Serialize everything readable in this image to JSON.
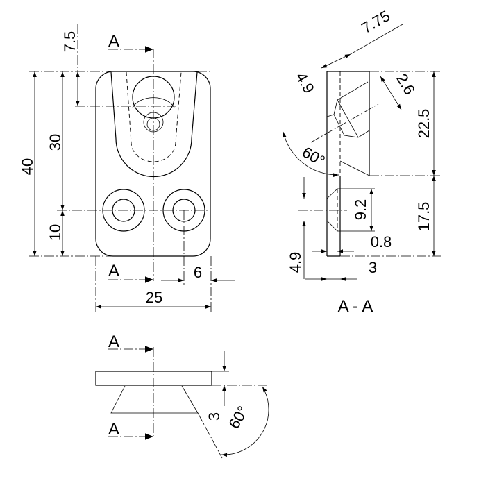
{
  "drawing": {
    "line_color": "#000000",
    "background": "#ffffff",
    "front_view": {
      "section_label_top": "A",
      "section_label_bottom": "A",
      "dim_height_total": "40",
      "dim_slot_depth": "30",
      "dim_hole_offset": "10",
      "dim_top_offset": "7.5",
      "dim_width": "25",
      "dim_hole_edge": "6"
    },
    "section_view": {
      "title": "A - A",
      "dim_775": "7.75",
      "dim_49_upper": "4.9",
      "dim_26": "2.6",
      "dim_angle": "60°",
      "dim_225": "22.5",
      "dim_175": "17.5",
      "dim_92": "9.2",
      "dim_08": "0.8",
      "dim_49_lower": "4.9",
      "dim_3": "3"
    },
    "bottom_view": {
      "section_label_top": "A",
      "section_label_bottom": "A",
      "dim_3": "3",
      "dim_angle": "60°"
    }
  }
}
